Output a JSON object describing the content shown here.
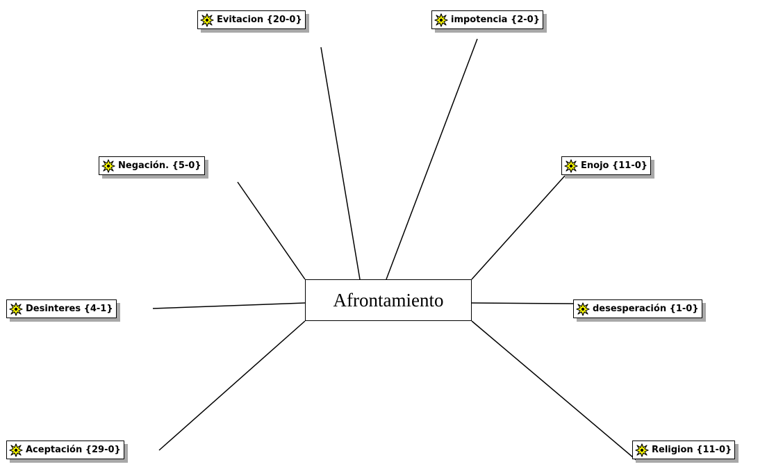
{
  "center": {
    "label": "Afrontamiento"
  },
  "nodes": [
    {
      "id": "evitacion",
      "label": "Evitacion {20-0}",
      "icon": "code-star-icon"
    },
    {
      "id": "impotencia",
      "label": "impotencia {2-0}",
      "icon": "code-star-icon"
    },
    {
      "id": "negacion",
      "label": "Negación. {5-0}",
      "icon": "code-star-icon"
    },
    {
      "id": "enojo",
      "label": "Enojo {11-0}",
      "icon": "code-star-icon"
    },
    {
      "id": "desinteres",
      "label": "Desinteres {4-1}",
      "icon": "code-star-icon"
    },
    {
      "id": "desesperacion",
      "label": "desesperación {1-0}",
      "icon": "code-star-icon"
    },
    {
      "id": "aceptacion",
      "label": "Aceptación {29-0}",
      "icon": "code-star-icon"
    },
    {
      "id": "religion",
      "label": "Religion {11-0}",
      "icon": "code-star-icon"
    }
  ],
  "colors": {
    "icon_fill": "#ffff00",
    "shadow": "#a8a8a8",
    "line": "#000000"
  }
}
